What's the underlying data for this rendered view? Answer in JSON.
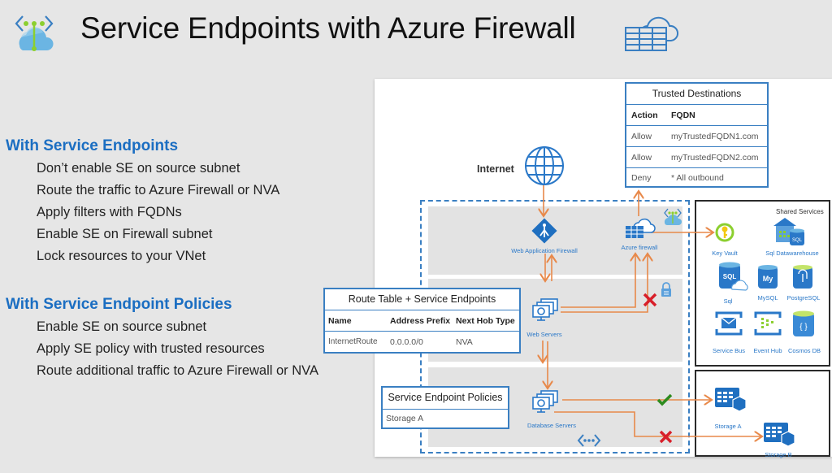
{
  "header": {
    "title": "Service Endpoints with Azure Firewall",
    "logo_icon": "service-endpoint-icon",
    "title_icon": "azure-firewall-icon"
  },
  "left_panel": {
    "sections": [
      {
        "heading": "With Service Endpoints",
        "items": [
          "Don’t enable SE on source subnet",
          "Route the traffic to Azure Firewall or NVA",
          "Apply filters with FQDNs",
          "Enable SE on Firewall subnet",
          "Lock resources to your VNet"
        ]
      },
      {
        "heading": "With Service Endpoint Policies",
        "items": [
          "Enable SE on source subnet",
          "Apply SE policy with trusted resources",
          "Route additional traffic to Azure Firewall or NVA"
        ]
      }
    ]
  },
  "diagram": {
    "colors": {
      "accent_blue": "#1b6ec2",
      "icon_blue": "#2a78c8",
      "arrow_orange": "#e8894a",
      "deny_red": "#d81f2a",
      "allow_green": "#2e8b1e"
    },
    "internet_label": "Internet",
    "trusted_destinations": {
      "title": "Trusted Destinations",
      "columns": [
        "Action",
        "FQDN"
      ],
      "rows": [
        [
          "Allow",
          "myTrustedFQDN1.com"
        ],
        [
          "Allow",
          "myTrustedFQDN2.com"
        ],
        [
          "Deny",
          "* All outbound"
        ]
      ]
    },
    "route_table": {
      "title": "Route Table + Service Endpoints",
      "columns": [
        "Name",
        "Address Prefix",
        "Next Hob Type"
      ],
      "rows": [
        [
          "InternetRoute",
          "0.0.0.0/0",
          "NVA"
        ]
      ]
    },
    "se_policies": {
      "title": "Service Endpoint Policies",
      "rows": [
        "Storage A"
      ]
    },
    "nodes": {
      "waf": "Web Application Firewall",
      "azure_firewall": "Azure firewall",
      "web_servers": "Web Servers",
      "database_servers": "Database Servers"
    },
    "shared_services": {
      "title": "Shared Services",
      "items": [
        "Key Vault",
        "Sql Datawarehouse",
        "Sql",
        "MySQL",
        "PostgreSQL",
        "Service Bus",
        "Event Hub",
        "Cosmos DB"
      ]
    },
    "storage": {
      "items": [
        "Storage A",
        "Storage B"
      ]
    }
  }
}
